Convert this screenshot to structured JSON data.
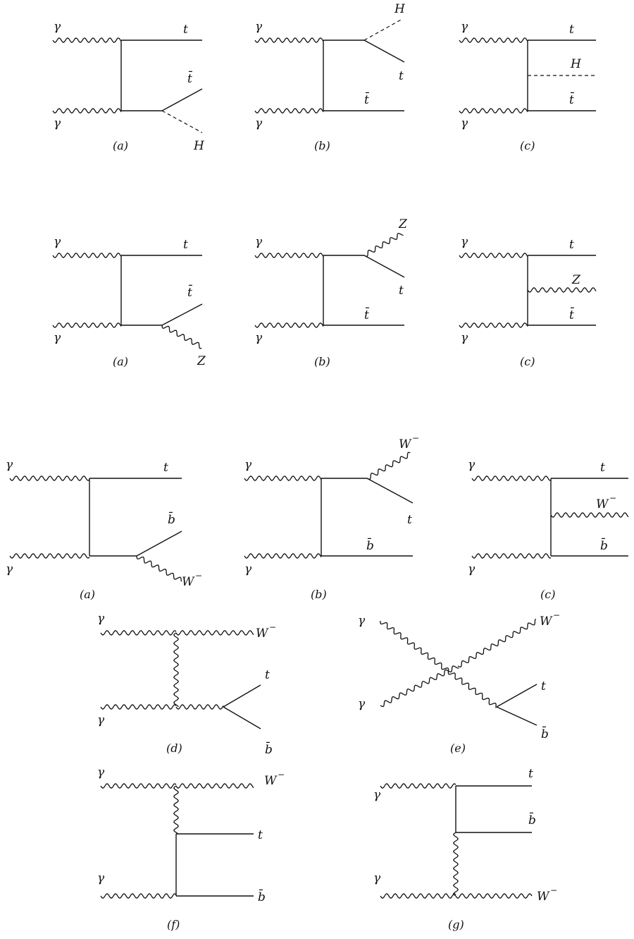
{
  "labels": {
    "gamma": "γ",
    "t": "t",
    "tbar": "t̄",
    "b": "b",
    "bbar": "b̄",
    "H": "H",
    "Z": "Z",
    "W": "W",
    "minus": "−"
  },
  "captions": {
    "a": "(a)",
    "b": "(b)",
    "c": "(c)",
    "d": "(d)",
    "e": "(e)",
    "f": "(f)",
    "g": "(g)"
  }
}
